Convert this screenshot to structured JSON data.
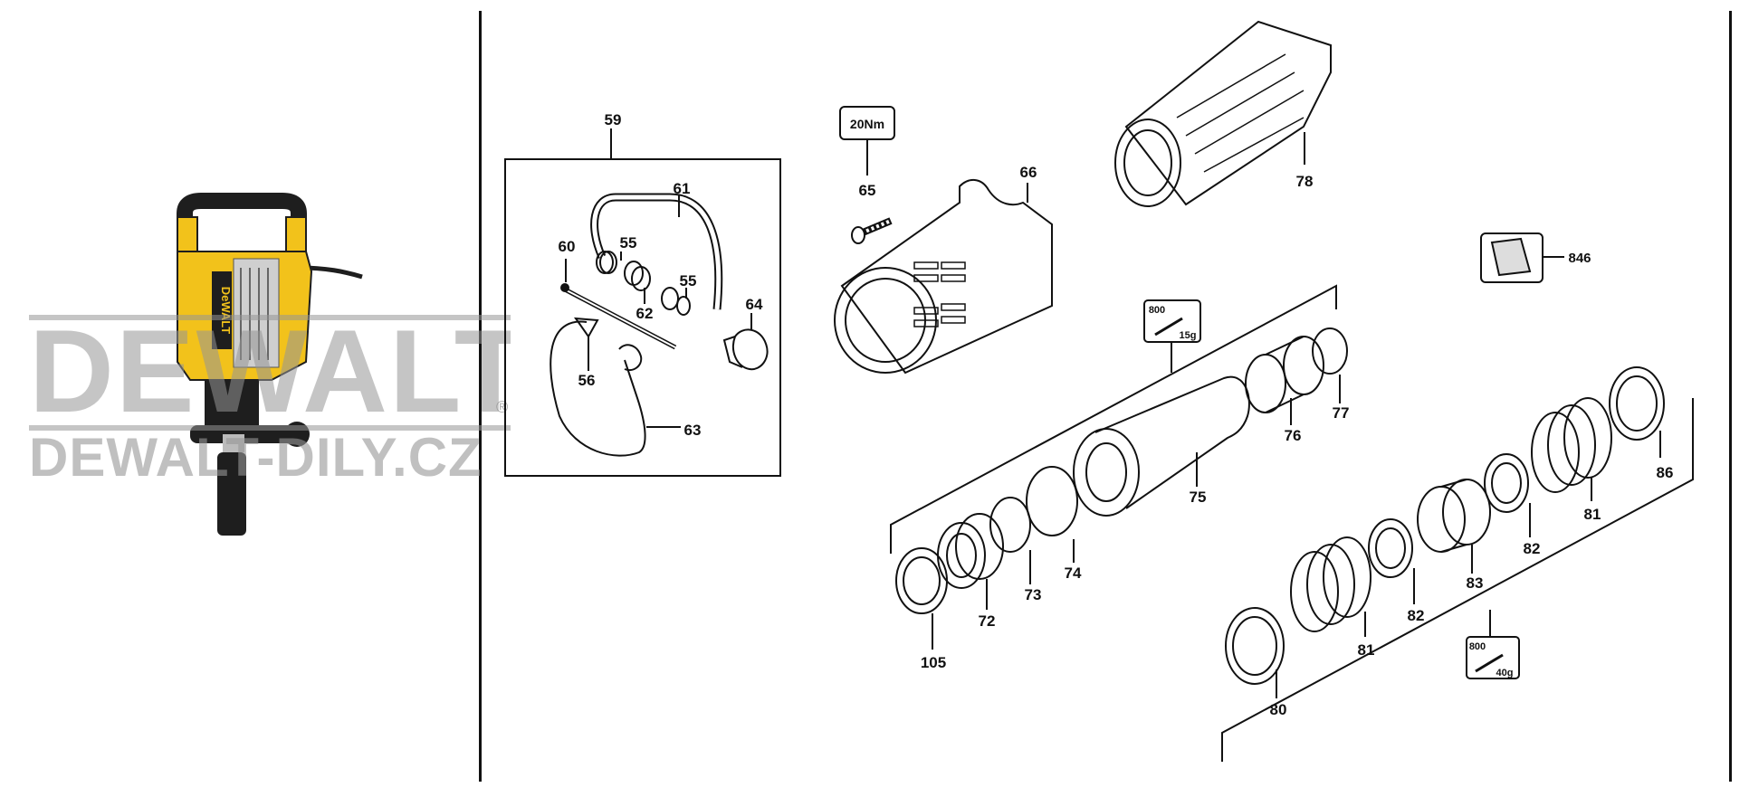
{
  "watermark": {
    "brand": "DEWALT",
    "site": "DEWALT-DILY.CZ",
    "registered": "®"
  },
  "product_photo": {
    "body_color": "#f2c21b",
    "grip_color": "#1e1e1e",
    "label_text": "DeWALT"
  },
  "torque_badge": "20Nm",
  "grease_badges": [
    {
      "amount_top": "800",
      "amount_bottom": "15g"
    },
    {
      "amount_top": "800",
      "amount_bottom": "40g"
    }
  ],
  "part_numbers": {
    "p59": "59",
    "p61": "61",
    "p60": "60",
    "p55a": "55",
    "p55b": "55",
    "p62": "62",
    "p64": "64",
    "p56": "56",
    "p63": "63",
    "p65": "65",
    "p66": "66",
    "p78": "78",
    "p846": "846",
    "p77": "77",
    "p76": "76",
    "p75": "75",
    "p74": "74",
    "p73": "73",
    "p72": "72",
    "p105": "105",
    "p86": "86",
    "p81a": "81",
    "p82a": "82",
    "p83": "83",
    "p82b": "82",
    "p81b": "81",
    "p80": "80"
  },
  "colors": {
    "line": "#111111",
    "tool_yellow": "#f2c21b",
    "tool_black": "#1e1e1e"
  }
}
